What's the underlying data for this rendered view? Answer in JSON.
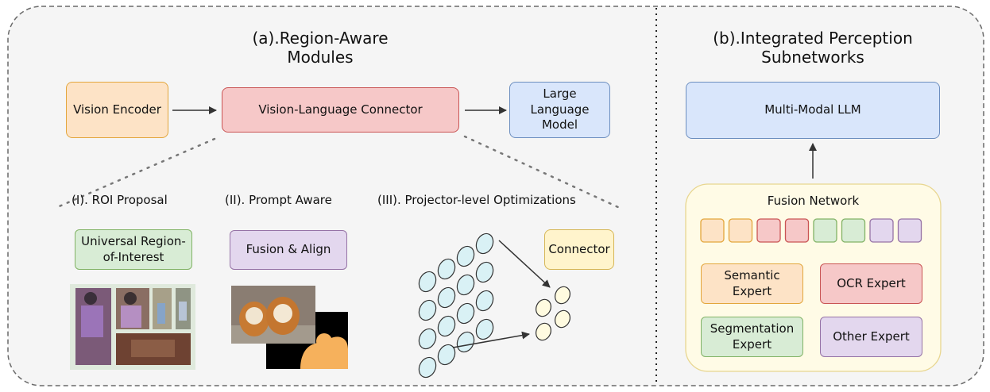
{
  "panel_a": {
    "title": "(a).Region-Aware Modules",
    "vision_encoder": "Vision Encoder",
    "connector_main": "Vision-Language Connector",
    "llm": "Large Language Model",
    "sub1": {
      "label": "(I). ROI Proposal",
      "box": "Universal Region-of-Interest",
      "image_icon": "riders-photo-collage"
    },
    "sub2": {
      "label": "(II). Prompt Aware",
      "box": "Fusion & Align",
      "image_icon": "puppies-segmentation-mask"
    },
    "sub3": {
      "label": "(III). Projector-level Optimizations",
      "box": "Connector",
      "image_icon": "token-compression-grid"
    }
  },
  "panel_b": {
    "title": "(b).Integrated Perception Subnetworks",
    "llm": "Multi-Modal LLM",
    "fusion_title": "Fusion Network",
    "token_colors": [
      "#fde3c6",
      "#fde3c6",
      "#f6c8c8",
      "#f6c8c8",
      "#d8ecd5",
      "#d8ecd5",
      "#e3d7ee",
      "#e3d7ee"
    ],
    "experts": {
      "semantic": "Semantic Expert",
      "ocr": "OCR Expert",
      "segmentation": "Segmentation Expert",
      "other": "Other Expert"
    }
  },
  "colors": {
    "orange_fill": "#fde3c6",
    "orange_stroke": "#e3a63c",
    "red_fill": "#f6c8c8",
    "red_stroke": "#c95454",
    "blue_fill": "#d9e6fb",
    "blue_stroke": "#6c8ebf",
    "green_fill": "#d8ecd5",
    "green_stroke": "#82b366",
    "purple_fill": "#e3d7ee",
    "purple_stroke": "#9673a6",
    "yellow_fill": "#fff4cc",
    "yellow_stroke": "#d6b656",
    "panel_bg": "#f5f5f5",
    "cyan_node": "#d9f1f5",
    "yellow_node": "#fffbe0"
  }
}
